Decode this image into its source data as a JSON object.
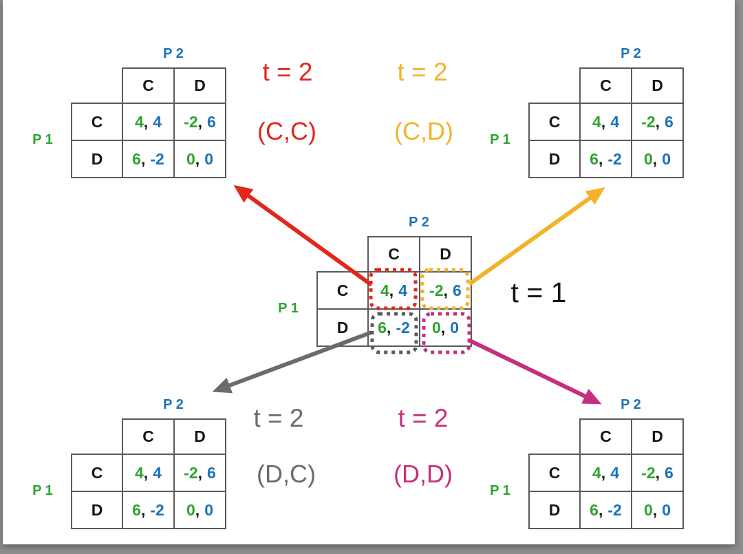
{
  "colors": {
    "frame_gray": "#8d8d8d",
    "page_white": "#ffffff",
    "p1_green": "#2ea32e",
    "p2_blue": "#1b72b8",
    "table_border_gray": "#5a5a5a",
    "text_black": "#151515",
    "branch_cc_red": "#e3261c",
    "branch_cd_yellow": "#f2b32a",
    "branch_dc_gray": "#6b6b6b",
    "branch_dd_magenta": "#c52f7c"
  },
  "payoff_matrix": {
    "p1_label": "P 1",
    "p2_label": "P 2",
    "col_headers": [
      "C",
      "D"
    ],
    "row_headers": [
      "C",
      "D"
    ],
    "separator": ",",
    "cells": [
      [
        {
          "p1": "4",
          "p2": "4"
        },
        {
          "p1": "-2",
          "p2": "6"
        }
      ],
      [
        {
          "p1": "6",
          "p2": "-2"
        },
        {
          "p1": "0",
          "p2": "0"
        }
      ]
    ]
  },
  "stage_t1": {
    "time_label": "t = 1"
  },
  "branches": {
    "cc": {
      "time_label": "t = 2",
      "profile_label": "(C,C)",
      "color": "#e3261c"
    },
    "cd": {
      "time_label": "t = 2",
      "profile_label": "(C,D)",
      "color": "#f2b32a"
    },
    "dc": {
      "time_label": "t = 2",
      "profile_label": "(D,C)",
      "color": "#6b6b6b"
    },
    "dd": {
      "time_label": "t = 2",
      "profile_label": "(D,D)",
      "color": "#c52f7c"
    }
  }
}
